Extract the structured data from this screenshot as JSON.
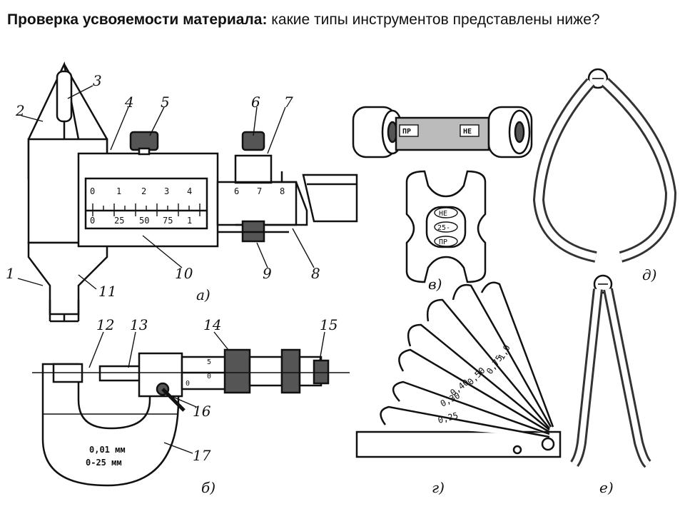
{
  "heading": {
    "bold": "Проверка усвояемости материала:",
    "rest": " какие типы инструментов представлены ниже?"
  },
  "caliper": {
    "part_numbers": [
      "1",
      "2",
      "3",
      "4",
      "5",
      "6",
      "7",
      "8",
      "9",
      "10",
      "11"
    ],
    "main_scale": [
      "0",
      "1",
      "2",
      "3",
      "4"
    ],
    "main_scale_right": [
      "6",
      "7",
      "8"
    ],
    "vernier_scale": [
      "0",
      "25",
      "50",
      "75",
      "1"
    ],
    "caption": "а)"
  },
  "micrometer": {
    "part_numbers": [
      "12",
      "13",
      "14",
      "15",
      "16",
      "17"
    ],
    "sleeve_marks": [
      "5",
      "0",
      "0"
    ],
    "frame_text_1": "0,01 мм",
    "frame_text_2": "0-25 мм",
    "caption": "б)"
  },
  "plug_gauge": {
    "go_mark": "ПР",
    "nogo_mark": "НЕ",
    "caption": "в)"
  },
  "snap_gauge": {
    "marks": [
      "НЕ",
      "25-",
      "ПР"
    ]
  },
  "feeler_gauge": {
    "blades": [
      "1,0",
      "0,75",
      "0,50",
      "0,40",
      "0,30",
      "0,25"
    ],
    "caption": "г)"
  },
  "outside_calipers": {
    "caption": "д)"
  },
  "inside_calipers": {
    "caption": "е)"
  }
}
